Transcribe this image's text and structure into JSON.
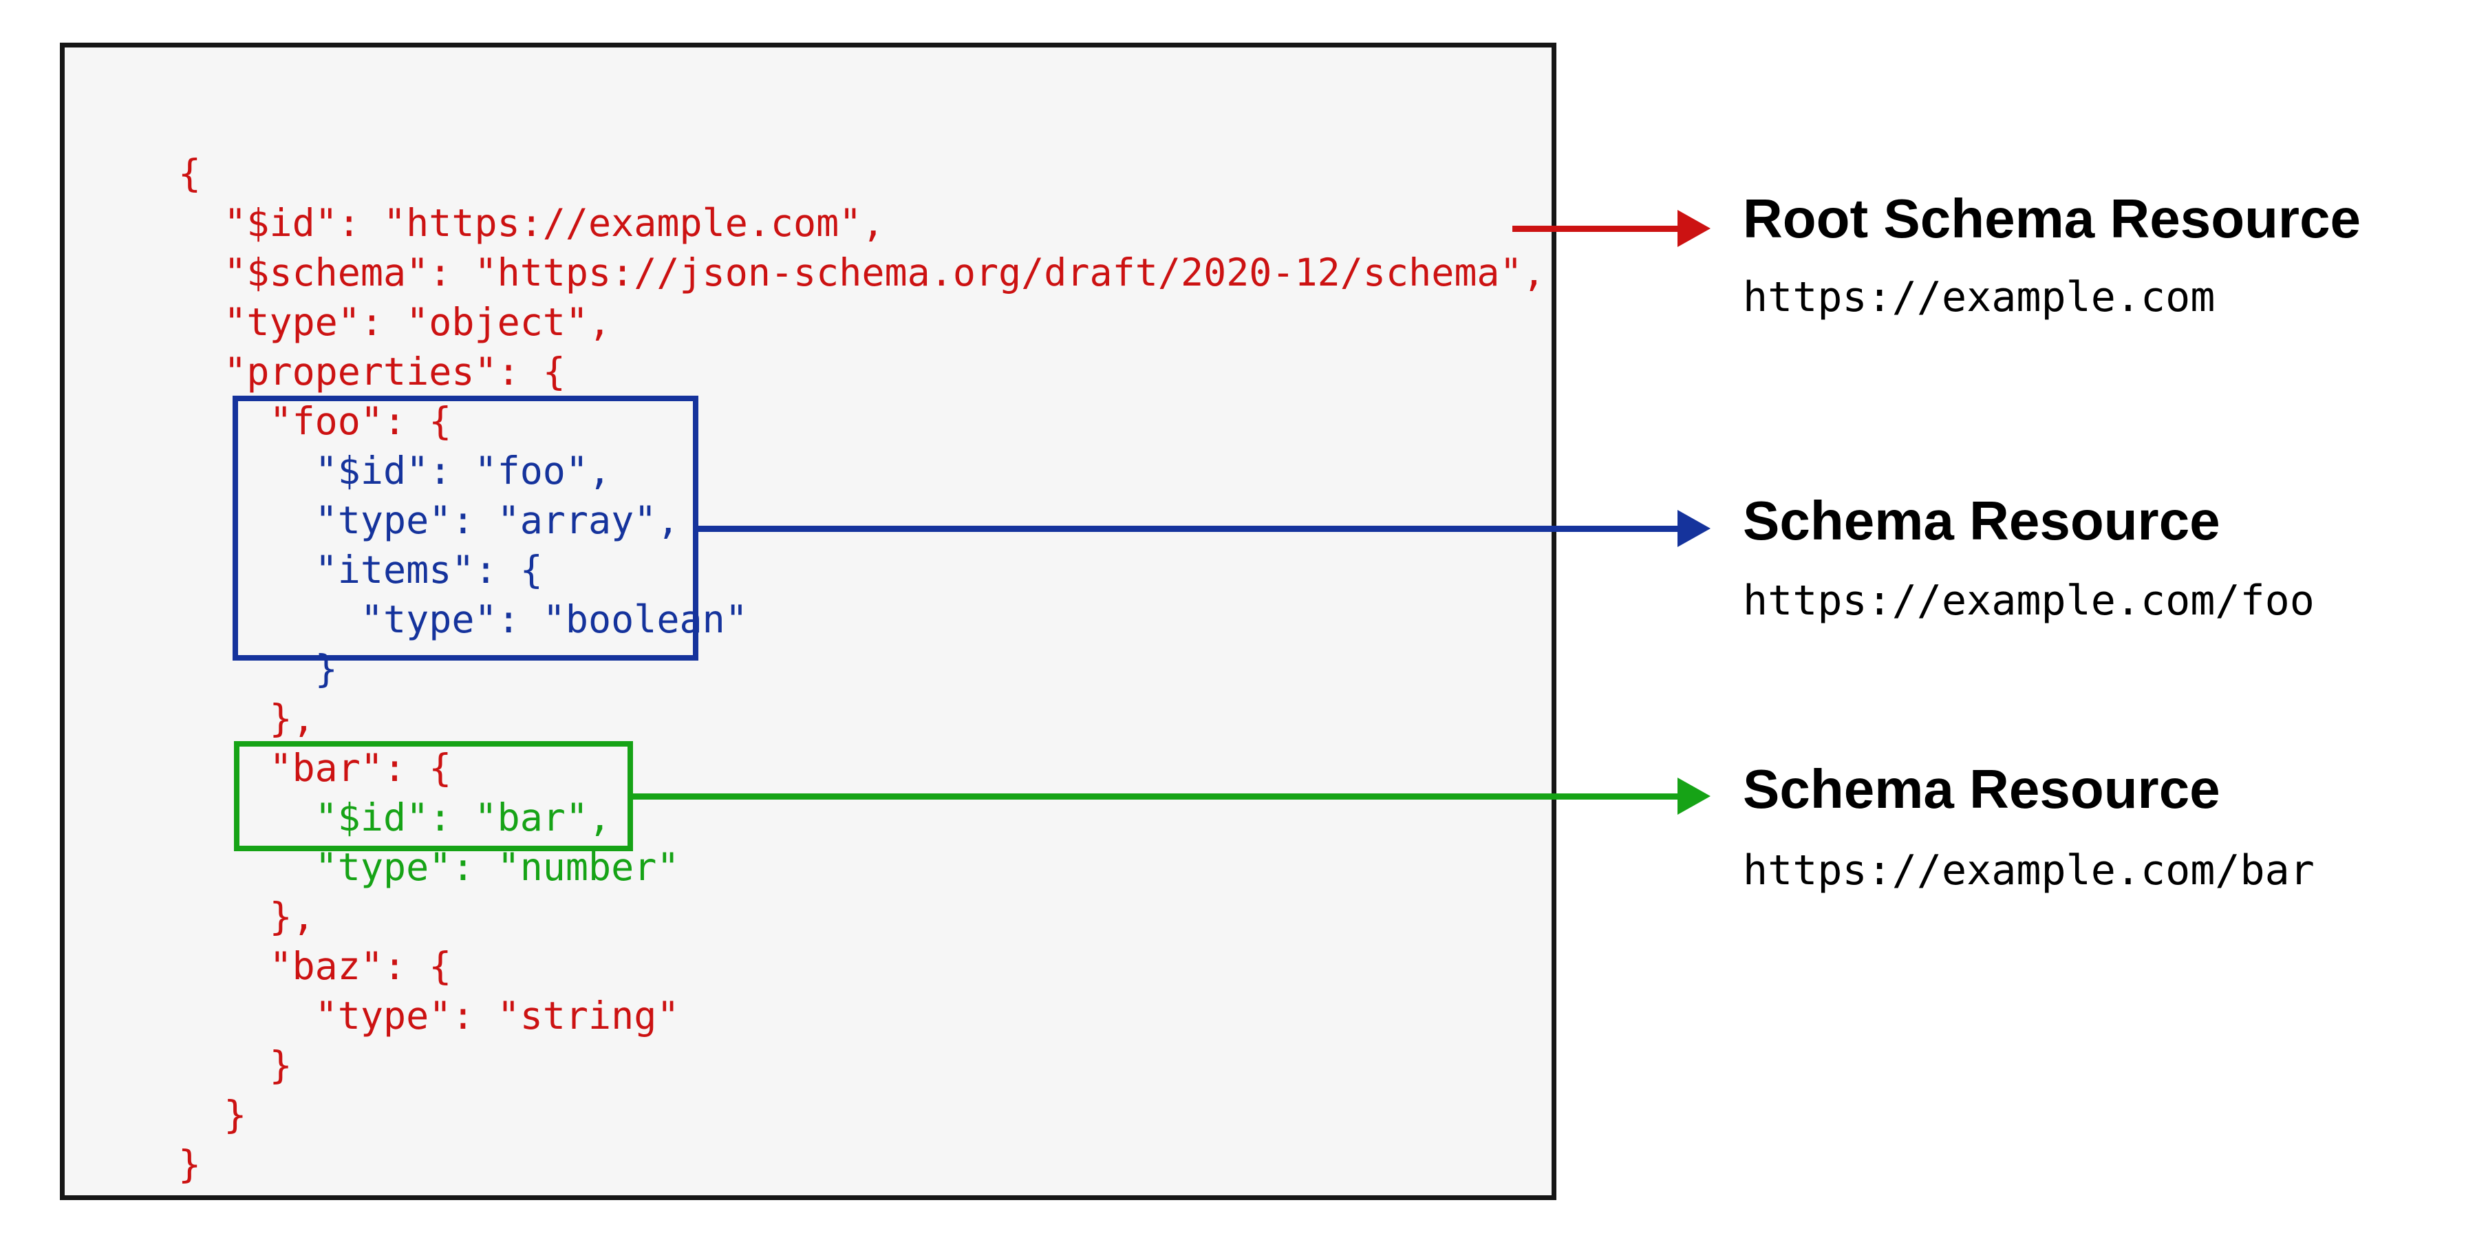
{
  "code": {
    "lines": [
      {
        "text": "{",
        "color": "red"
      },
      {
        "text": "  \"$id\": \"https://example.com\",",
        "color": "red"
      },
      {
        "text": "  \"$schema\": \"https://json-schema.org/draft/2020-12/schema\",",
        "color": "red"
      },
      {
        "text": "  \"type\": \"object\",",
        "color": "red"
      },
      {
        "text": "  \"properties\": {",
        "color": "red"
      },
      {
        "text": "    \"foo\": {",
        "color": "red"
      },
      {
        "text": "      \"$id\": \"foo\",",
        "color": "blue"
      },
      {
        "text": "      \"type\": \"array\",",
        "color": "blue"
      },
      {
        "text": "      \"items\": {",
        "color": "blue"
      },
      {
        "text": "        \"type\": \"boolean\"",
        "color": "blue"
      },
      {
        "text": "      }",
        "color": "blue"
      },
      {
        "text": "    },",
        "color": "red"
      },
      {
        "text": "    \"bar\": {",
        "color": "red"
      },
      {
        "text": "      \"$id\": \"bar\",",
        "color": "green"
      },
      {
        "text": "      \"type\": \"number\"",
        "color": "green"
      },
      {
        "text": "    },",
        "color": "red"
      },
      {
        "text": "    \"baz\": {",
        "color": "red"
      },
      {
        "text": "      \"type\": \"string\"",
        "color": "red"
      },
      {
        "text": "    }",
        "color": "red"
      },
      {
        "text": "  }",
        "color": "red"
      },
      {
        "text": "}",
        "color": "red"
      }
    ]
  },
  "annotations": [
    {
      "title": "Root Schema Resource",
      "url": "https://example.com",
      "color": "red"
    },
    {
      "title": "Schema Resource",
      "url": "https://example.com/foo",
      "color": "blue"
    },
    {
      "title": "Schema Resource",
      "url": "https://example.com/bar",
      "color": "green"
    }
  ],
  "colors": {
    "red": "#cc1212",
    "blue": "#15339c",
    "green": "#16a316",
    "code_box_border": "#161616",
    "code_box_background": "#f6f6f6",
    "label_text": "#000000"
  }
}
